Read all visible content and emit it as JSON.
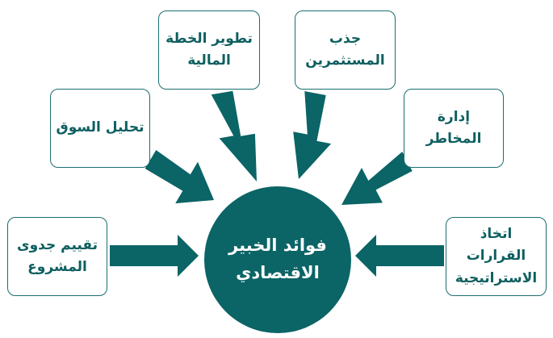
{
  "center": {
    "label": "فوائد الخبير الاقتصادي"
  },
  "benefits": [
    {
      "id": "finance-plan",
      "label": "تطوير الخطة المالية"
    },
    {
      "id": "investors",
      "label": "جذب المستثمرين"
    },
    {
      "id": "market",
      "label": "تحليل السوق"
    },
    {
      "id": "risk",
      "label": "إدارة المخاطر"
    },
    {
      "id": "feasibility",
      "label": "تقييم جدوى المشروع"
    },
    {
      "id": "decisions",
      "label": "اتخاذ القرارات الاستراتيجية"
    }
  ],
  "colors": {
    "teal": "#0b6466",
    "border": "#1b6e6e",
    "text": "#0f5f60"
  }
}
